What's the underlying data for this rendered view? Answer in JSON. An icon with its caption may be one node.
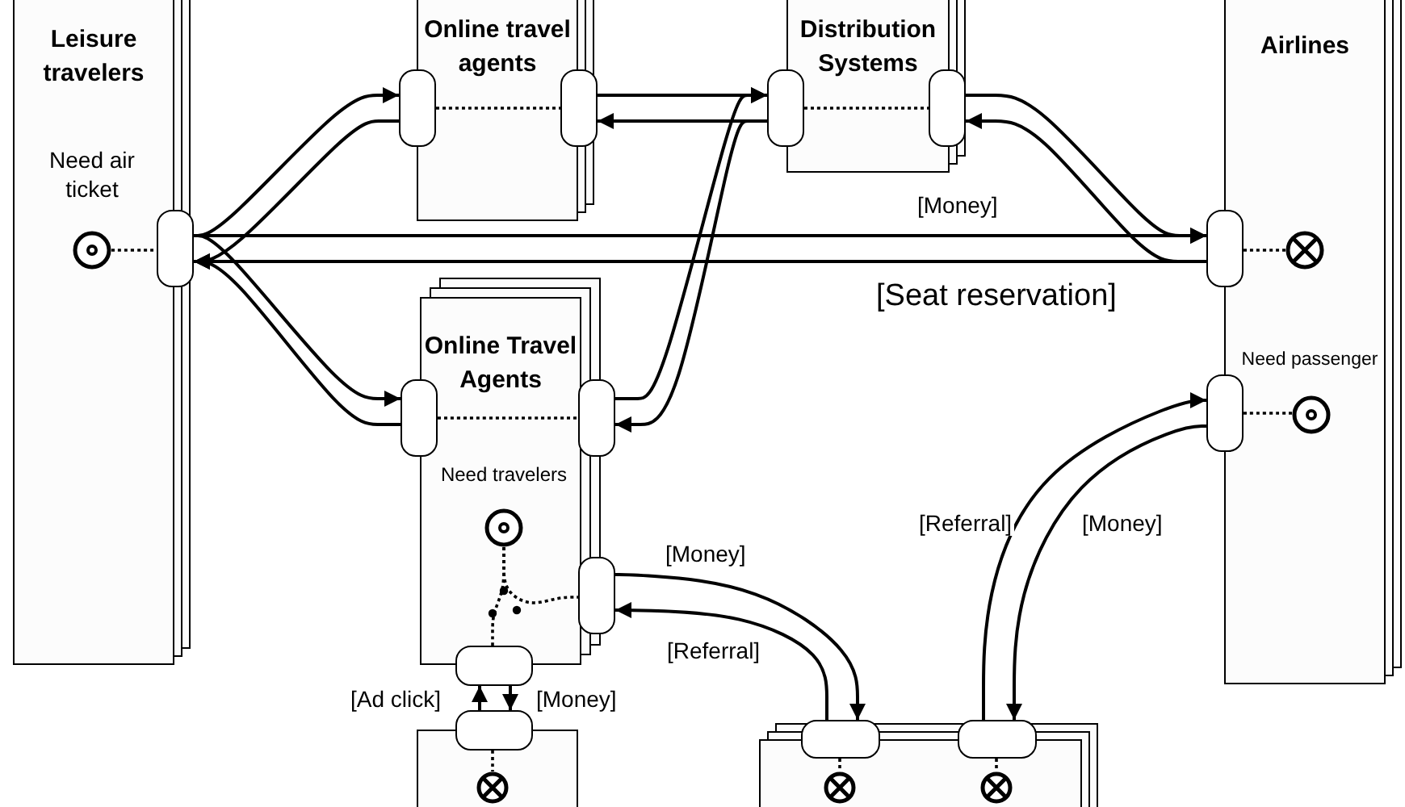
{
  "diagram": {
    "nodes": [
      {
        "text": [
          "Leisure travelers"
        ]
      },
      {
        "text": [],
        "shape": "box",
        "in": 0
      },
      {
        "text": [],
        "shape": "target",
        "in": 0,
        "beside": [
          "Need air ticket"
        ]
      },
      {
        "text": [
          "Online travel agents"
        ]
      },
      {
        "text": [],
        "shape": "box"
      },
      {
        "text": [],
        "shape": "box",
        "in": 3
      },
      {
        "text": [
          "Distribution Systems"
        ]
      },
      {
        "text": [],
        "shape": "box"
      },
      {
        "text": [],
        "shape": "box",
        "in": 6
      },
      {
        "text": [
          "Airlines"
        ]
      },
      {
        "text": [],
        "shape": "box"
      },
      {
        "text": [],
        "shape": "cross",
        "in": 9
      },
      {
        "text": [],
        "shape": "box"
      },
      {
        "text": [],
        "shape": "target",
        "in": 9
      },
      {
        "text": [
          "Online Travel Agents"
        ]
      },
      {
        "text": [],
        "shape": "box"
      },
      {
        "text": [],
        "shape": "box",
        "in": 14
      },
      {
        "text": [],
        "shape": "target",
        "in": 14
      },
      {
        "text": [],
        "shape": "box",
        "in": 14
      },
      {
        "text": [],
        "shape": "box"
      },
      {
        "text": [],
        "shape": "box"
      },
      {
        "text": [],
        "shape": "box"
      },
      {
        "text": [],
        "shape": "cross",
        "in": 20
      },
      {
        "text": [],
        "shape": "box"
      },
      {
        "text": [],
        "shape": "box",
        "in": 23
      },
      {
        "text": [],
        "shape": "box",
        "in": 23
      },
      {
        "text": [],
        "shape": "cross",
        "in": 23
      },
      {
        "text": [],
        "shape": "cross",
        "in": 23
      }
    ],
    "edges": [
      {
        "from": 2,
        "to": 1,
        "arrow": "none",
        "style": "dashed"
      },
      {
        "from": 1,
        "to": 4,
        "arrow": "to"
      },
      {
        "from": 4,
        "to": 1,
        "arrow": "to"
      },
      {
        "from": 4,
        "to": 5,
        "arrow": "none",
        "style": "dashed"
      },
      {
        "from": 5,
        "to": 7,
        "arrow": "to"
      },
      {
        "from": 7,
        "to": 5,
        "arrow": "to"
      },
      {
        "from": 7,
        "to": 8,
        "arrow": "none",
        "style": "dashed"
      },
      {
        "from": 8,
        "to": 10,
        "arrow": "to"
      },
      {
        "from": 10,
        "to": 8,
        "arrow": "to"
      },
      {
        "from": 1,
        "to": 10,
        "arrow": "to",
        "label": "[Money]"
      },
      {
        "from": 10,
        "to": 1,
        "arrow": "to",
        "label": "[Seat reservation]"
      },
      {
        "from": 10,
        "to": 11,
        "arrow": "none",
        "style": "dashed"
      },
      {
        "from": 1,
        "to": 15,
        "arrow": "to"
      },
      {
        "from": 15,
        "to": 1,
        "arrow": "to"
      },
      {
        "from": 15,
        "to": 16,
        "arrow": "none",
        "style": "dashed"
      },
      {
        "from": 16,
        "to": 7,
        "arrow": "to"
      },
      {
        "from": 7,
        "to": 16,
        "arrow": "to"
      },
      {
        "from": 12,
        "to": 13,
        "arrow": "none",
        "style": "dashed"
      },
      {
        "from": 25,
        "to": 12,
        "arrow": "to",
        "label": "[Referral]"
      },
      {
        "from": 12,
        "to": 25,
        "arrow": "to",
        "label": "[Money]"
      },
      {
        "from": 17,
        "to": 18,
        "arrow": "none",
        "style": "dashed"
      },
      {
        "from": 17,
        "to": 19,
        "arrow": "none",
        "style": "dashed"
      },
      {
        "from": 18,
        "to": 24,
        "arrow": "to",
        "label": "[Money]"
      },
      {
        "from": 24,
        "to": 18,
        "arrow": "to",
        "label": "[Referral]"
      },
      {
        "from": 21,
        "to": 19,
        "arrow": "to",
        "label": "[Ad click]"
      },
      {
        "from": 19,
        "to": 21,
        "arrow": "to",
        "label": "[Money]"
      },
      {
        "from": 21,
        "to": 22,
        "arrow": "none",
        "style": "dashed"
      },
      {
        "from": 24,
        "to": 26,
        "arrow": "none",
        "style": "dashed"
      },
      {
        "from": 25,
        "to": 27,
        "arrow": "none",
        "style": "dashed"
      }
    ],
    "labels": [
      "Need passenger",
      "Need travelers"
    ]
  }
}
